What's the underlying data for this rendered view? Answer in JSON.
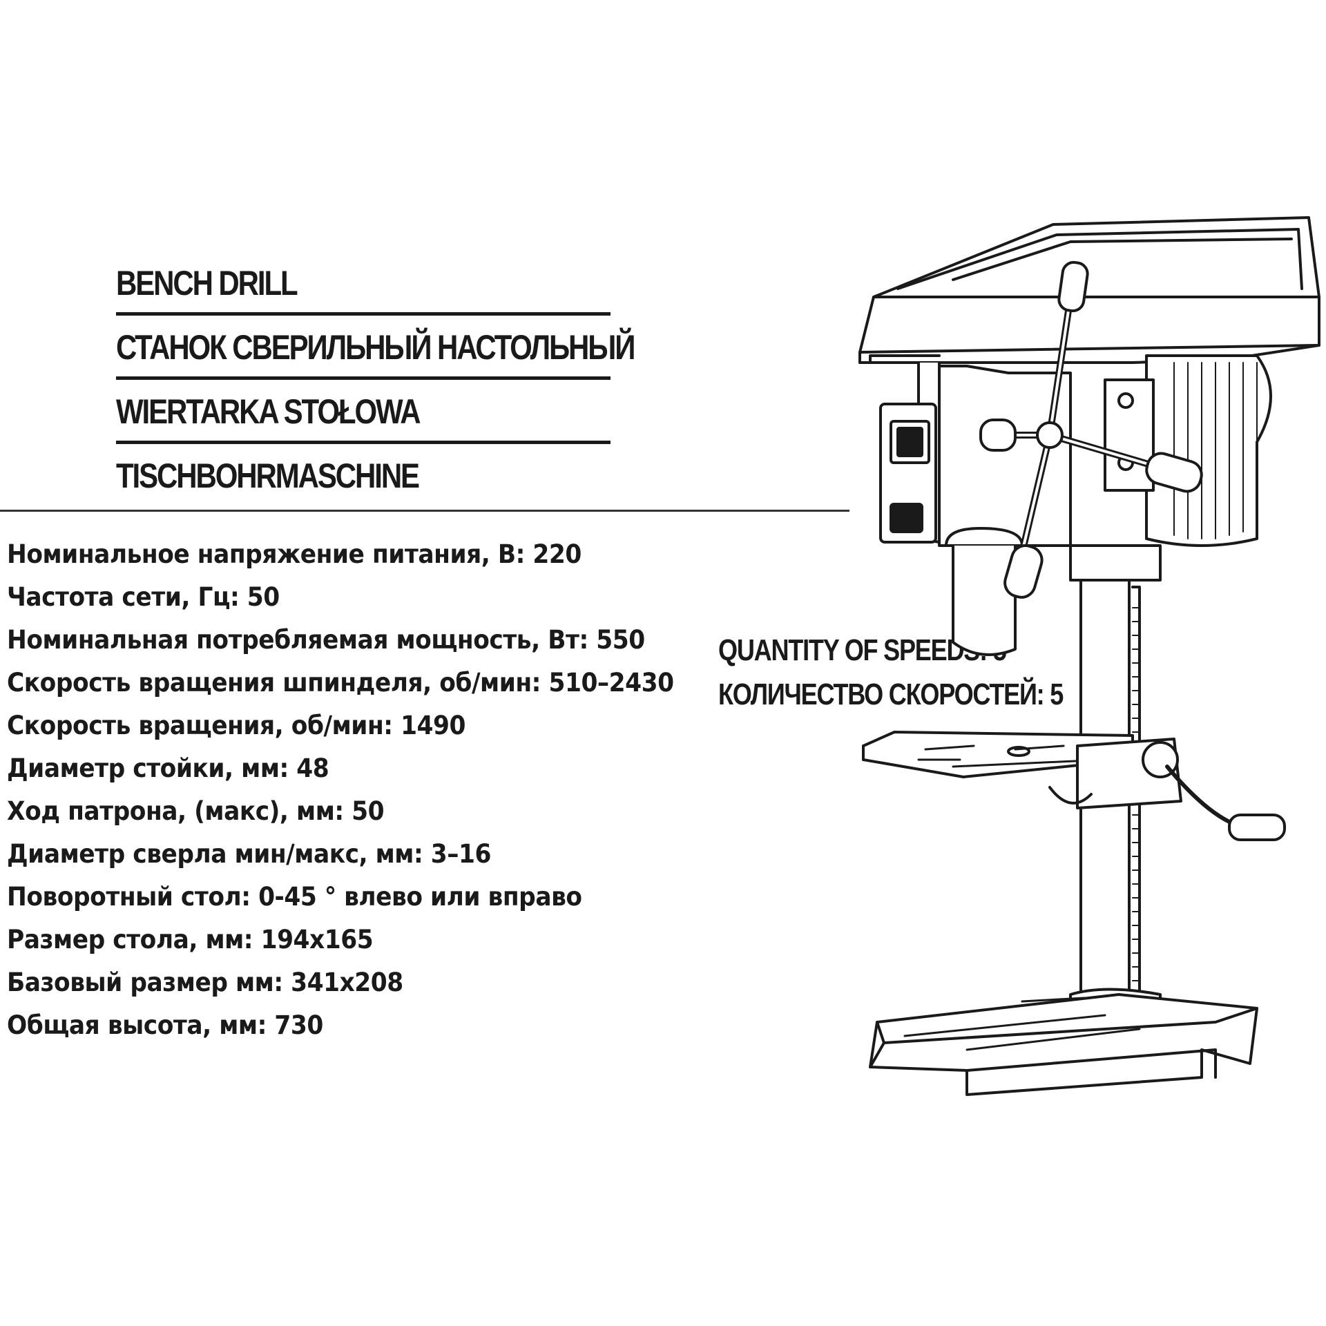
{
  "titles": {
    "en": "BENCH DRILL",
    "ru": "СТАНОК СВЕРИЛЬНЫЙ НАСТОЛЬНЫЙ",
    "pl": "WIERTARKA STOŁOWA",
    "de": "TISCHBOHRMASCHINE"
  },
  "specs": [
    "Номинальное напряжение питания, В: 220",
    "Частота сети, Гц: 50",
    "Номинальная потребляемая мощность, Вт: 550",
    "Скорость вращения шпинделя, об/мин: 510–2430",
    "Скорость вращения, об/мин: 1490",
    "Диаметр стойки, мм: 48",
    "Ход патрона, (макс), мм: 50",
    "Диаметр сверла  мин/макс, мм: 3–16",
    "Поворотный  стол: 0-45 ° влево или вправо",
    "Размер стола, мм: 194x165",
    "Базовый размер мм: 341x208",
    "Общая высота, мм: 730"
  ],
  "speeds": {
    "en": "QUANTITY OF SPEEDS: 5",
    "ru": "КОЛИЧЕСТВО СКОРОСТЕЙ: 5"
  },
  "colors": {
    "text": "#1a1a1a",
    "background": "#ffffff",
    "line": "#333333"
  }
}
